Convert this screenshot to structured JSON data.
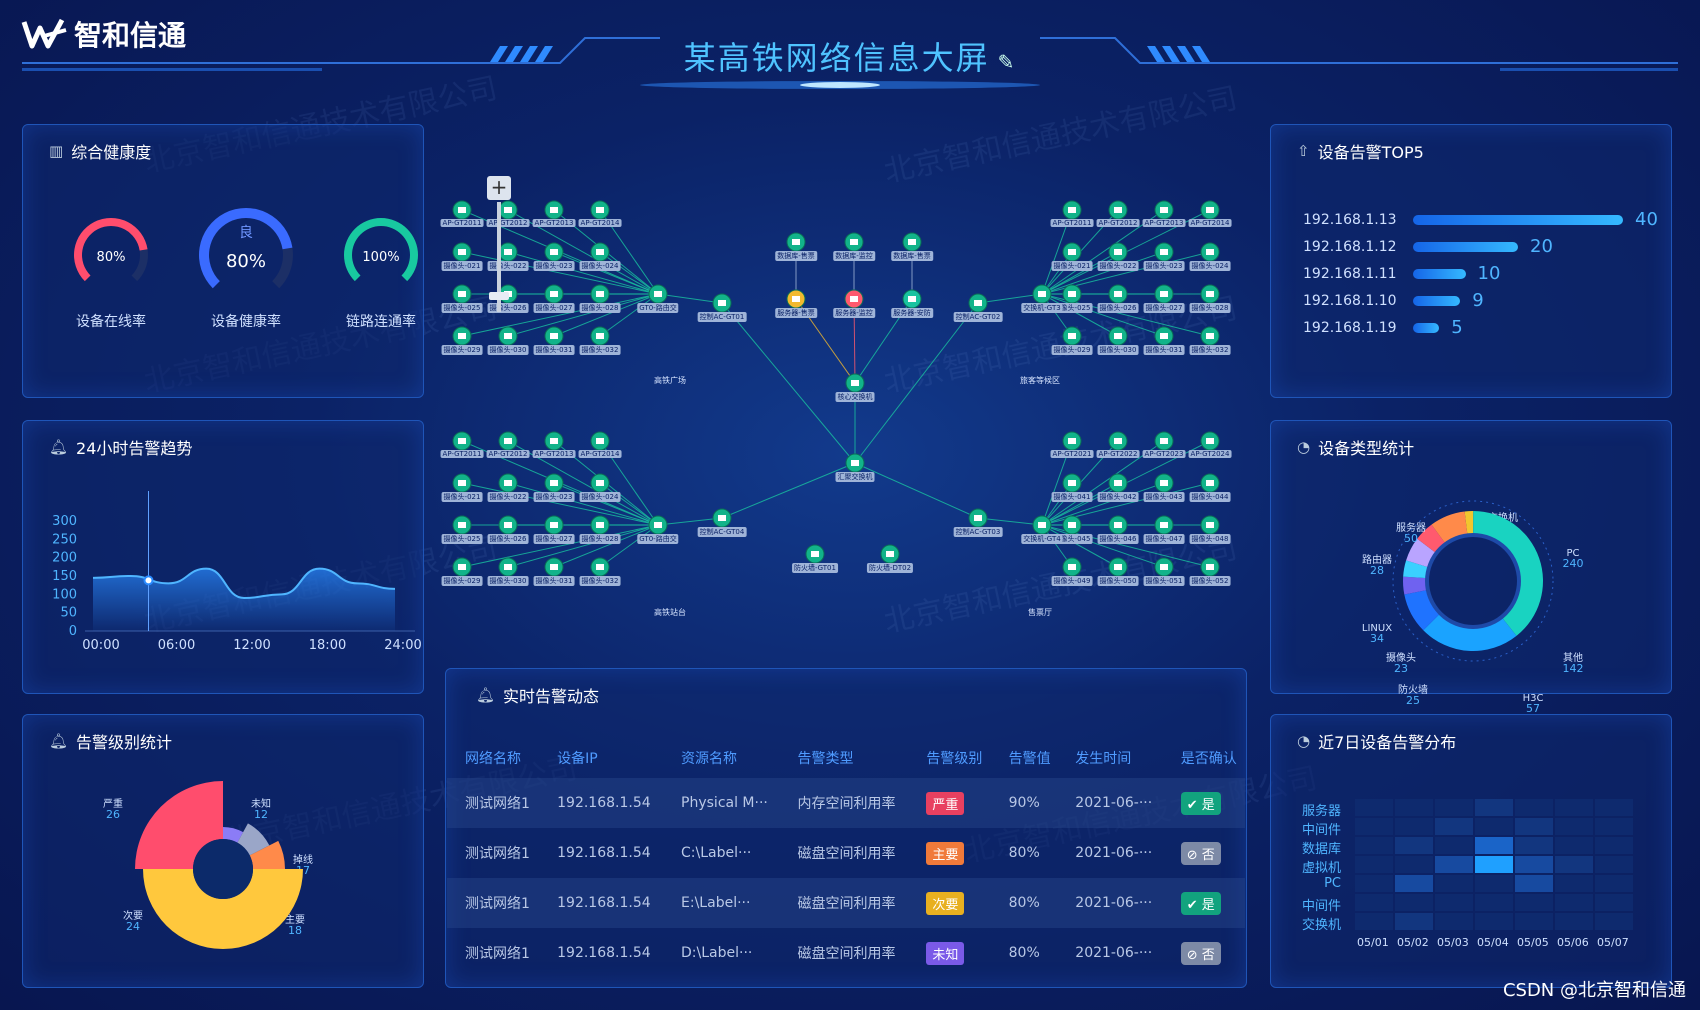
{
  "brand": {
    "name": "智和信通"
  },
  "title": "某高铁网络信息大屏",
  "watermark": "北京智和信通技术有限公司",
  "footer": "CSDN @北京智和信通",
  "colors": {
    "accent": "#4fc3ff",
    "panel_border": "#1f55b8",
    "bar": "#2a8bff"
  },
  "health": {
    "title": "综合健康度",
    "gauges": [
      {
        "label": "设备在线率",
        "value_text": "80%",
        "value": 0.8,
        "color": "#ff4d6d"
      },
      {
        "label": "设备健康率",
        "value_text": "80%",
        "value": 0.8,
        "status": "良",
        "color": "#3a6bff"
      },
      {
        "label": "链路连通率",
        "value_text": "100%",
        "value": 1.0,
        "color": "#18c9a0"
      }
    ]
  },
  "trend": {
    "title": "24小时告警趋势",
    "chart_data": {
      "type": "area",
      "x": [
        "00:00",
        "03:00",
        "06:00",
        "09:00",
        "12:00",
        "15:00",
        "18:00",
        "21:00",
        "24:00"
      ],
      "xticks": [
        "00:00",
        "06:00",
        "12:00",
        "18:00",
        "24:00"
      ],
      "y": [
        145,
        150,
        130,
        170,
        90,
        100,
        170,
        130,
        115
      ],
      "yticks": [
        0,
        50,
        100,
        150,
        200,
        250,
        300
      ],
      "ylim": [
        0,
        300
      ]
    }
  },
  "level": {
    "title": "告警级别统计",
    "chart_data": {
      "type": "pie",
      "slices": [
        {
          "name": "严重",
          "value": 26,
          "color": "#ff4d6d"
        },
        {
          "name": "未知",
          "value": 12,
          "color": "#8b7cf6"
        },
        {
          "name": "掉线",
          "value": 17,
          "color": "#9aa6c8"
        },
        {
          "name": "主要",
          "value": 18,
          "color": "#ff8a4a"
        },
        {
          "name": "次要",
          "value": 24,
          "color": "#ffc83d"
        }
      ]
    }
  },
  "top5": {
    "title": "设备告警TOP5",
    "chart_data": {
      "type": "bar",
      "categories": [
        "192.168.1.13",
        "192.168.1.12",
        "192.168.1.11",
        "192.168.1.10",
        "192.168.1.19"
      ],
      "values": [
        40,
        20,
        10,
        9,
        5
      ]
    }
  },
  "devtype": {
    "title": "设备类型统计",
    "chart_data": {
      "type": "pie",
      "slices": [
        {
          "name": "交换机",
          "value": 12,
          "color": "#f2c62e"
        },
        {
          "name": "PC",
          "value": 240,
          "color": "#19d3c1"
        },
        {
          "name": "其他",
          "value": 142,
          "color": "#1aa3ff"
        },
        {
          "name": "H3C",
          "value": 57,
          "color": "#1f73ff"
        },
        {
          "name": "防火墙",
          "value": 25,
          "color": "#6f62f0"
        },
        {
          "name": "摄像头",
          "value": 23,
          "color": "#3ad0ff"
        },
        {
          "name": "LINUX",
          "value": 34,
          "color": "#b9a4ff"
        },
        {
          "name": "路由器",
          "value": 28,
          "color": "#ff5a6e"
        },
        {
          "name": "服务器",
          "value": 50,
          "color": "#ff8a4a"
        }
      ]
    }
  },
  "weekly": {
    "title": "近7日设备告警分布",
    "chart_data": {
      "type": "heatmap",
      "rows": [
        "服务器",
        "中间件",
        "数据库",
        "虚拟机",
        "PC",
        "中间件",
        "交换机"
      ],
      "cols": [
        "05/01",
        "05/02",
        "05/03",
        "05/04",
        "05/05",
        "05/06",
        "05/07"
      ],
      "values": [
        [
          1,
          1,
          1,
          2,
          1,
          1,
          1
        ],
        [
          1,
          1,
          2,
          1,
          2,
          1,
          1
        ],
        [
          1,
          2,
          1,
          4,
          2,
          1,
          1
        ],
        [
          1,
          1,
          3,
          5,
          3,
          2,
          1
        ],
        [
          1,
          3,
          1,
          1,
          3,
          1,
          1
        ],
        [
          1,
          1,
          1,
          1,
          1,
          1,
          1
        ],
        [
          1,
          2,
          1,
          1,
          1,
          1,
          1
        ]
      ]
    }
  },
  "alerts": {
    "title": "实时告警动态",
    "columns": [
      "网络名称",
      "设备IP",
      "资源名称",
      "告警类型",
      "告警级别",
      "告警值",
      "发生时间",
      "是否确认"
    ],
    "rows": [
      {
        "net": "测试网络1",
        "ip": "192.168.1.54",
        "res": "Physical M···",
        "type": "内存空间利用率",
        "level": "严重",
        "level_color": "#e84060",
        "value": "90%",
        "time": "2021-06-···",
        "confirm": "是",
        "confirmed": true
      },
      {
        "net": "测试网络1",
        "ip": "192.168.1.54",
        "res": "C:\\Label···",
        "type": "磁盘空间利用率",
        "level": "主要",
        "level_color": "#f07a3a",
        "value": "80%",
        "time": "2021-06-···",
        "confirm": "否",
        "confirmed": false
      },
      {
        "net": "测试网络1",
        "ip": "192.168.1.54",
        "res": "E:\\Label···",
        "type": "磁盘空间利用率",
        "level": "次要",
        "level_color": "#e8b020",
        "value": "80%",
        "time": "2021-06-···",
        "confirm": "是",
        "confirmed": true
      },
      {
        "net": "测试网络1",
        "ip": "192.168.1.54",
        "res": "D:\\Label···",
        "type": "磁盘空间利用率",
        "level": "未知",
        "level_color": "#7a5ae8",
        "value": "80%",
        "time": "2021-06-···",
        "confirm": "否",
        "confirmed": false
      }
    ]
  },
  "topology": {
    "zoom_label": "+",
    "areas": [
      "高铁广场",
      "旅客等候区",
      "高铁站台",
      "售票厅"
    ],
    "core": "核心交换机",
    "agg": "汇聚交换机",
    "servers": [
      "数据库-售票",
      "数据库-监控",
      "数据库-售票"
    ],
    "apps": [
      "服务器-售票",
      "服务器-监控",
      "服务器-安防"
    ],
    "ctrls": [
      "控制AC-GT01",
      "控制AC-GT02",
      "控制AC-GT04",
      "控制AC-GT03"
    ],
    "switches": [
      "GT0-路由交",
      "交换机-GT3",
      "GT0-路由交",
      "交换机-GT4"
    ],
    "firewalls": [
      "防火墙-GT01",
      "防火墙-DT02"
    ],
    "clusters": [
      {
        "ap": [
          "AP-GT2011",
          "AP-GT2012",
          "AP-GT2013",
          "AP-GT2014"
        ],
        "cam": [
          "摄像头-021",
          "摄像头-022",
          "摄像头-023",
          "摄像头-024",
          "摄像头-025",
          "摄像头-026",
          "摄像头-027",
          "摄像头-028",
          "摄像头-029",
          "摄像头-030",
          "摄像头-031",
          "摄像头-032"
        ]
      },
      {
        "ap": [
          "AP-GT2011",
          "AP-GT2012",
          "AP-GT2013",
          "AP-GT2014"
        ],
        "cam": [
          "摄像头-021",
          "摄像头-022",
          "摄像头-023",
          "摄像头-024",
          "摄像头-025",
          "摄像头-026",
          "摄像头-027",
          "摄像头-028",
          "摄像头-029",
          "摄像头-030",
          "摄像头-031",
          "摄像头-032"
        ]
      },
      {
        "ap": [
          "AP-GT2011",
          "AP-GT2012",
          "AP-GT2013",
          "AP-GT2014"
        ],
        "cam": [
          "摄像头-021",
          "摄像头-022",
          "摄像头-023",
          "摄像头-024",
          "摄像头-025",
          "摄像头-026",
          "摄像头-027",
          "摄像头-028",
          "摄像头-029",
          "摄像头-030",
          "摄像头-031",
          "摄像头-032"
        ]
      },
      {
        "ap": [
          "AP-GT2021",
          "AP-GT2022",
          "AP-GT2023",
          "AP-GT2024"
        ],
        "cam": [
          "摄像头-041",
          "摄像头-042",
          "摄像头-043",
          "摄像头-044",
          "摄像头-045",
          "摄像头-046",
          "摄像头-047",
          "摄像头-048",
          "摄像头-049",
          "摄像头-050",
          "摄像头-051",
          "摄像头-052"
        ]
      }
    ]
  }
}
